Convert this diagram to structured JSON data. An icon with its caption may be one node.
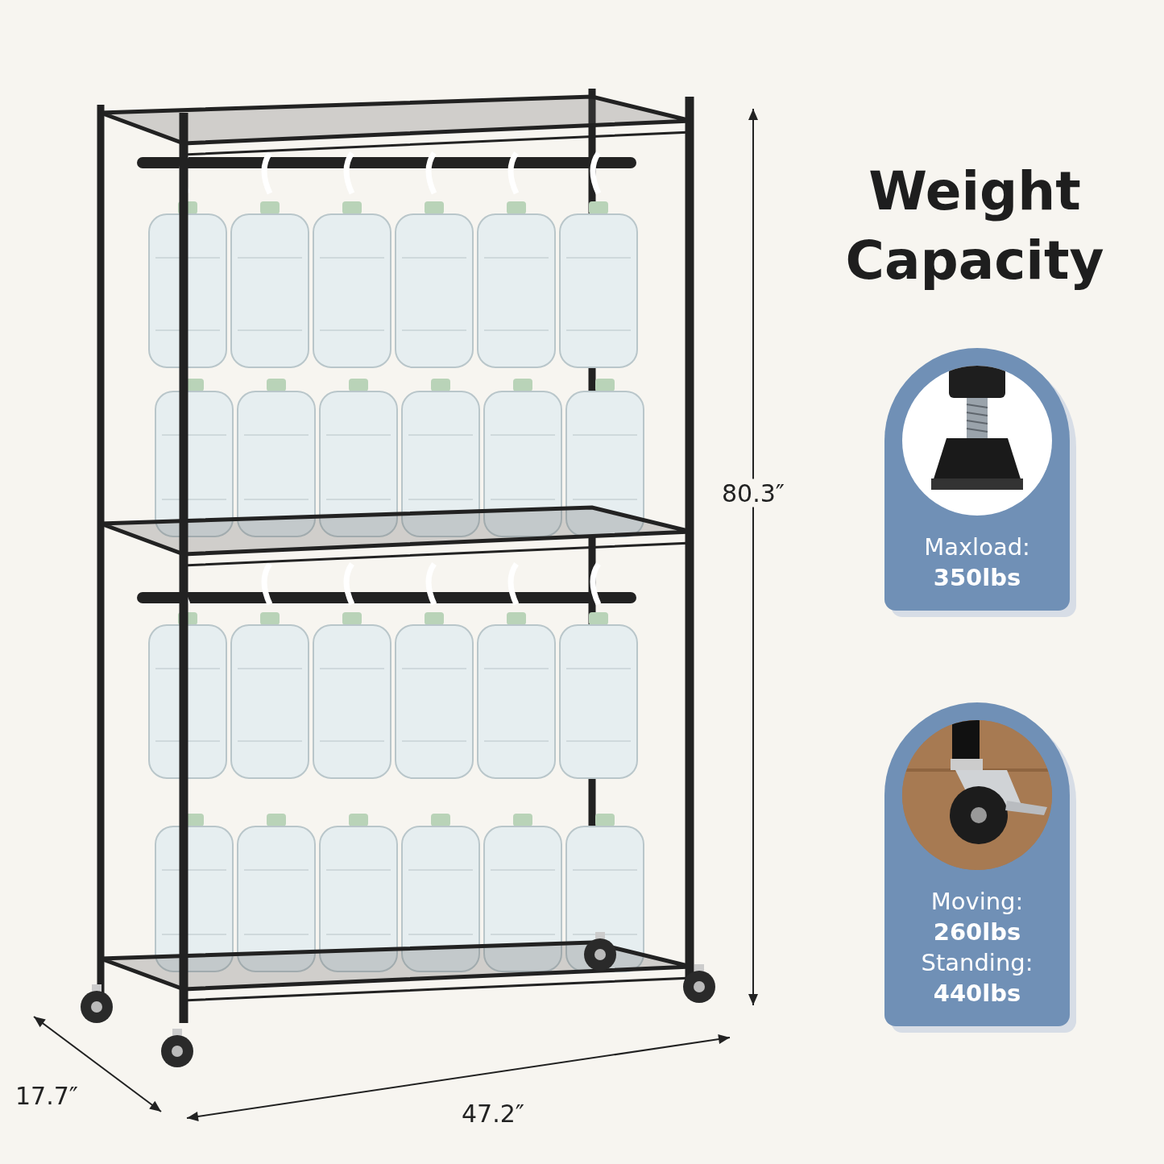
{
  "diagram": {
    "title": "Weight Capacity",
    "nodes": [
      {
        "text": [
          "Maxload:",
          "350lbs"
        ]
      },
      {
        "text": [
          "Moving:",
          "260lbs",
          "Standing:",
          "440lbs"
        ]
      }
    ],
    "labels": [
      "80.3″",
      "17.7″",
      "47.2″"
    ]
  }
}
